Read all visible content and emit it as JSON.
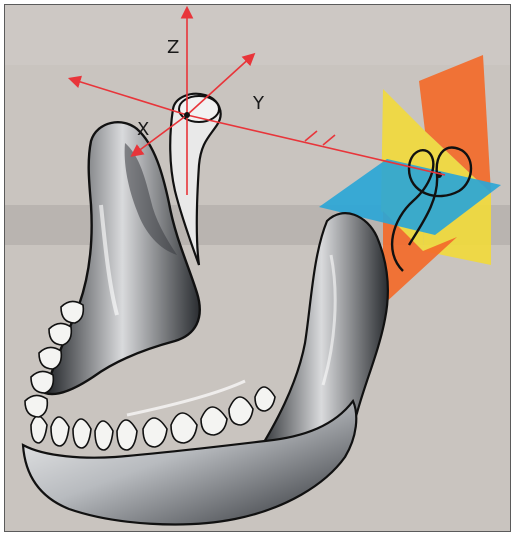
{
  "diagram": {
    "axes": {
      "z_label": "Z",
      "y_label": "Y",
      "x_label": "X"
    },
    "colors": {
      "background": "#c9c4bf",
      "axis_red": "#e8353a",
      "bone_dark": "#2c2f33",
      "bone_light": "#e9e9e9",
      "plane_yellow": "#f2da3a",
      "plane_orange": "#f36a2a",
      "plane_blue": "#2ba6d6"
    }
  }
}
